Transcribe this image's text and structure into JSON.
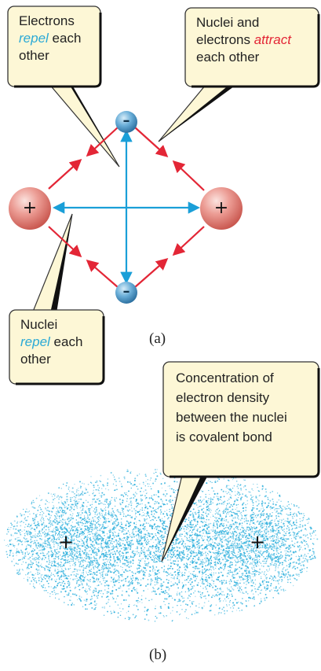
{
  "part_a": {
    "label": "(a)",
    "callout_electrons": {
      "line1": "Electrons",
      "keyword": "repel",
      "after": " each",
      "line3": "other"
    },
    "callout_nuclei_electrons": {
      "line1": "Nuclei and",
      "before": "electrons ",
      "keyword": "attract",
      "line3": "each other"
    },
    "callout_nuclei": {
      "line1": "Nuclei",
      "keyword": "repel",
      "after": " each",
      "line3": "other"
    },
    "nucleus_sign": "+",
    "electron_sign": "–"
  },
  "part_b": {
    "label": "(b)",
    "callout_bond": {
      "line1": "Concentration of",
      "line2": "electron density",
      "line3": "between the nuclei",
      "line4": "is covalent bond"
    },
    "nucleus_sign": "+"
  },
  "colors": {
    "callout_fill": "#fdf7d6",
    "callout_border": "#333333",
    "repel_keyword": "#2aa9d6",
    "attract_keyword": "#e32636",
    "attraction_arrow": "#e32636",
    "repulsion_arrow": "#1a9fd8",
    "nucleus_fill": "#e58d86",
    "electron_fill": "#4f93c4",
    "electron_cloud": "#36b3de"
  }
}
